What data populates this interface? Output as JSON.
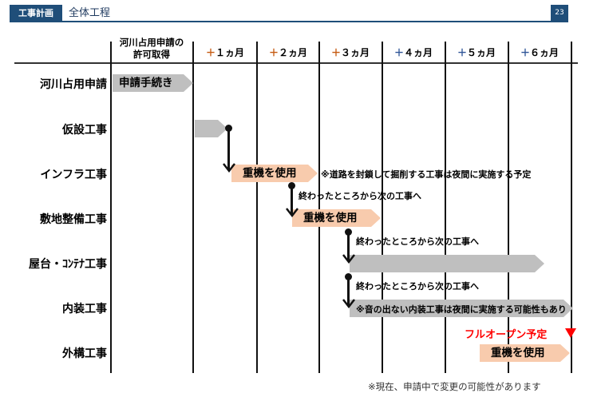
{
  "header": {
    "tag": "工事計画",
    "title": "全体工程",
    "page_number": "23"
  },
  "columns": {
    "first": [
      "河川占用申請の",
      "許可取得"
    ],
    "months": [
      {
        "plus": "＋",
        "label": "１ヵ月"
      },
      {
        "plus": "＋",
        "label": "２ヵ月"
      },
      {
        "plus": "＋",
        "label": "３ヵ月"
      },
      {
        "plus": "＋",
        "label": "４ヵ月"
      },
      {
        "plus": "＋",
        "label": "５ヵ月"
      },
      {
        "plus": "＋",
        "label": "６ヵ月"
      }
    ]
  },
  "rows": [
    "河川占用申請",
    "仮設工事",
    "インフラ工事",
    "敷地整備工事",
    "屋台・ｺﾝﾃﾅ工事",
    "内装工事",
    "外構工事"
  ],
  "bars": {
    "application": "申請手続き",
    "infra": "重機を使用",
    "site": "重機を使用",
    "exterior": "重機を使用"
  },
  "notes": {
    "infra": "※道路を封鎖して掘削する工事は夜間に実施する予定",
    "next1": "終わったところから次の工事へ",
    "next2": "終わったところから次の工事へ",
    "next3": "終わったところから次の工事へ",
    "interior": "※音の出ない内装工事は夜間に実施する可能性もあり"
  },
  "milestone": "フルオープン予定",
  "footnote": "※現在、申請中で変更の可能性があります",
  "colors": {
    "navy": "#1f4e79",
    "grey_bar": "#bfbfbf",
    "heavy_machine": "#f8cbad",
    "milestone": "#ff0000",
    "plus_early": "#c55a11",
    "plus_late": "#2f5597"
  }
}
